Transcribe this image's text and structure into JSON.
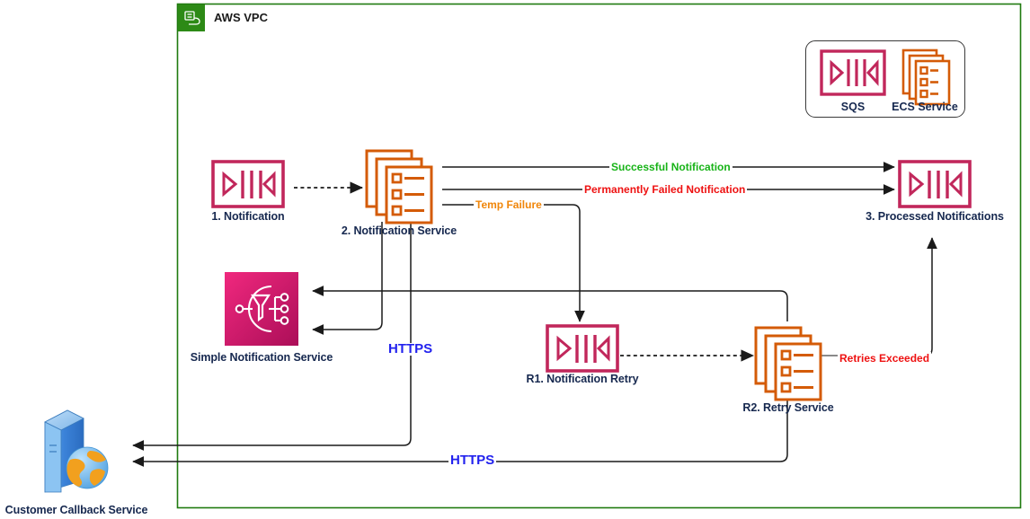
{
  "vpc": {
    "title": "AWS VPC",
    "icon": "vpc-icon",
    "border_color": "#1f7a0f",
    "header_color": "#2d8a16"
  },
  "legend": {
    "items": [
      {
        "label": "SQS",
        "icon": "sqs-queue-icon",
        "color": "#c1275b"
      },
      {
        "label": "ECS Service",
        "icon": "ecs-documents-icon",
        "color": "#d45b07"
      }
    ]
  },
  "nodes": [
    {
      "id": "notification",
      "label": "1. Notification",
      "icon": "sqs-queue-icon"
    },
    {
      "id": "notification-service",
      "label": "2. Notification Service",
      "icon": "ecs-documents-icon"
    },
    {
      "id": "processed-notifications",
      "label": "3. Processed Notifications",
      "icon": "sqs-queue-icon"
    },
    {
      "id": "simple-notification-service",
      "label": "Simple Notification Service",
      "icon": "sns-icon"
    },
    {
      "id": "notification-retry",
      "label": "R1. Notification Retry",
      "icon": "sqs-queue-icon"
    },
    {
      "id": "retry-service",
      "label": "R2. Retry Service",
      "icon": "ecs-documents-icon"
    },
    {
      "id": "customer-callback-service",
      "label": "Customer Callback Service",
      "icon": "server-globe-icon"
    }
  ],
  "edge_labels": [
    {
      "id": "successful-notification",
      "text": "Successful Notification",
      "color": "#17b317"
    },
    {
      "id": "permanently-failed-notification",
      "text": "Permanently Failed Notification",
      "color": "#ee1111"
    },
    {
      "id": "temp-failure",
      "text": "Temp Failure",
      "color": "#f0860a"
    },
    {
      "id": "https-middle",
      "text": "HTTPS",
      "color": "#2222ee"
    },
    {
      "id": "retries-exceeded",
      "text": "Retries Exceeded",
      "color": "#ee1111"
    },
    {
      "id": "https-bottom",
      "text": "HTTPS",
      "color": "#2222ee"
    }
  ],
  "colors": {
    "sqs_magenta": "#c1275b",
    "ecs_orange": "#d45b07",
    "sns_pink_top": "#f0287e",
    "sns_pink_bottom": "#b3145c",
    "line_black": "#1a1a1a",
    "label_navy": "#16284f"
  }
}
